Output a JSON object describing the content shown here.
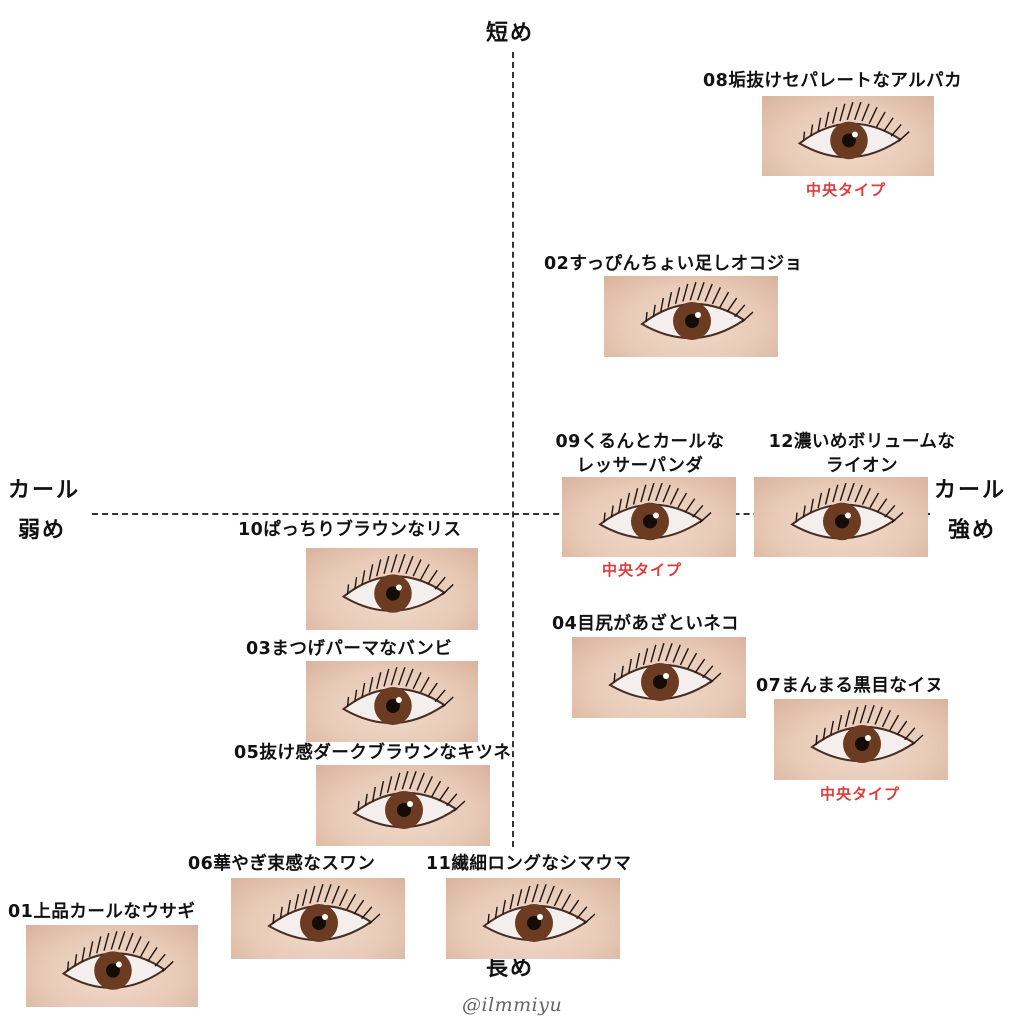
{
  "axes": {
    "top": "短め",
    "bottom": "長め",
    "left_line1": "カール",
    "left_line2": "弱め",
    "right_line1": "カール",
    "right_line2": "強め"
  },
  "items": [
    {
      "id": "08",
      "label": "08垢抜けセパレートなアルパカ",
      "tag": "中央タイプ"
    },
    {
      "id": "02",
      "label": "02すっぴんちょい足しオコジョ",
      "tag": ""
    },
    {
      "id": "09",
      "label_line1": "09くるんとカールな",
      "label_line2": "レッサーパンダ",
      "tag": "中央タイプ"
    },
    {
      "id": "12",
      "label_line1": "12濃いめボリュームな",
      "label_line2": "ライオン",
      "tag": ""
    },
    {
      "id": "10",
      "label": "10ぱっちりブラウンなリス",
      "tag": ""
    },
    {
      "id": "04",
      "label": "04目尻があざといネコ",
      "tag": ""
    },
    {
      "id": "03",
      "label": "03まつげパーマなバンビ",
      "tag": ""
    },
    {
      "id": "07",
      "label": "07まんまる黒目なイヌ",
      "tag": "中央タイプ"
    },
    {
      "id": "05",
      "label": "05抜け感ダークブラウンなキツネ",
      "tag": ""
    },
    {
      "id": "06",
      "label": "06華やぎ束感なスワン",
      "tag": ""
    },
    {
      "id": "11",
      "label": "11繊細ロングなシマウマ",
      "tag": ""
    },
    {
      "id": "01",
      "label": "01上品カールなウサギ",
      "tag": ""
    }
  ],
  "credit": "@ilmmiyu",
  "colors": {
    "tag": "#e23a3a",
    "axis": "#333333",
    "iris": "#6b3b22"
  },
  "icon": "eye-closeup-photo"
}
